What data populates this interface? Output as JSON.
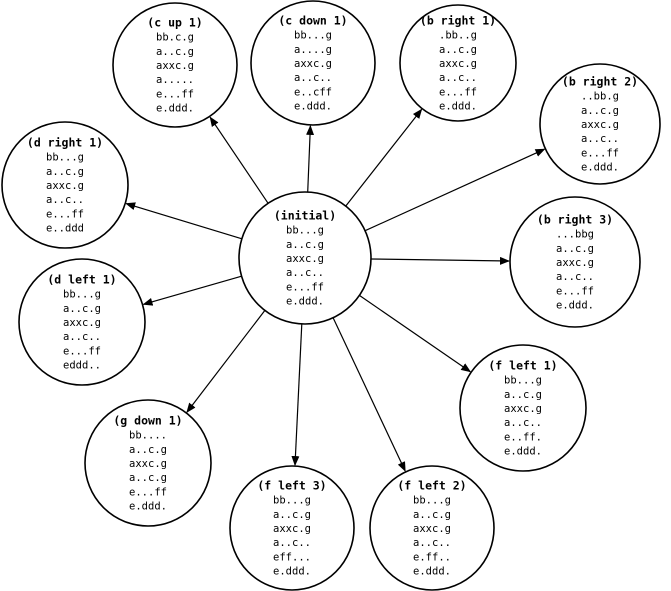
{
  "colors": {
    "stroke": "#000000",
    "fill": "#ffffff",
    "text": "#000000"
  },
  "center": {
    "id": "initial",
    "title": "(initial)",
    "grid": [
      "bb...g",
      "a..c.g",
      "axxc.g",
      "a..c..",
      "e...ff",
      "e.ddd."
    ]
  },
  "nodes": [
    {
      "id": "c-up-1",
      "title": "(c up 1)",
      "grid": [
        "bb.c.g",
        "a..c.g",
        "axxc.g",
        "a.....",
        "e...ff",
        "e.ddd."
      ]
    },
    {
      "id": "c-down-1",
      "title": "(c down 1)",
      "grid": [
        "bb...g",
        "a....g",
        "axxc.g",
        "a..c..",
        "e..cff",
        "e.ddd."
      ]
    },
    {
      "id": "b-right-1",
      "title": "(b right 1)",
      "grid": [
        ".bb..g",
        "a..c.g",
        "axxc.g",
        "a..c..",
        "e...ff",
        "e.ddd."
      ]
    },
    {
      "id": "b-right-2",
      "title": "(b right 2)",
      "grid": [
        "..bb.g",
        "a..c.g",
        "axxc.g",
        "a..c..",
        "e...ff",
        "e.ddd."
      ]
    },
    {
      "id": "d-right-1",
      "title": "(d right 1)",
      "grid": [
        "bb...g",
        "a..c.g",
        "axxc.g",
        "a..c..",
        "e...ff",
        "e..ddd"
      ]
    },
    {
      "id": "b-right-3",
      "title": "(b right 3)",
      "grid": [
        "...bbg",
        "a..c.g",
        "axxc.g",
        "a..c..",
        "e...ff",
        "e.ddd."
      ]
    },
    {
      "id": "d-left-1",
      "title": "(d left 1)",
      "grid": [
        "bb...g",
        "a..c.g",
        "axxc.g",
        "a..c..",
        "e...ff",
        "eddd.."
      ]
    },
    {
      "id": "f-left-1",
      "title": "(f left 1)",
      "grid": [
        "bb...g",
        "a..c.g",
        "axxc.g",
        "a..c..",
        "e..ff.",
        "e.ddd."
      ]
    },
    {
      "id": "g-down-1",
      "title": "(g down 1)",
      "grid": [
        "bb....",
        "a..c.g",
        "axxc.g",
        "a..c.g",
        "e...ff",
        "e.ddd."
      ]
    },
    {
      "id": "f-left-3",
      "title": "(f left 3)",
      "grid": [
        "bb...g",
        "a..c.g",
        "axxc.g",
        "a..c..",
        "eff...",
        "e.ddd."
      ]
    },
    {
      "id": "f-left-2",
      "title": "(f left 2)",
      "grid": [
        "bb...g",
        "a..c.g",
        "axxc.g",
        "a..c..",
        "e.ff..",
        "e.ddd."
      ]
    }
  ],
  "edges": [
    {
      "from": "initial",
      "to": "c-up-1"
    },
    {
      "from": "initial",
      "to": "c-down-1"
    },
    {
      "from": "initial",
      "to": "b-right-1"
    },
    {
      "from": "initial",
      "to": "b-right-2"
    },
    {
      "from": "initial",
      "to": "d-right-1"
    },
    {
      "from": "initial",
      "to": "b-right-3"
    },
    {
      "from": "initial",
      "to": "d-left-1"
    },
    {
      "from": "initial",
      "to": "f-left-1"
    },
    {
      "from": "initial",
      "to": "g-down-1"
    },
    {
      "from": "initial",
      "to": "f-left-3"
    },
    {
      "from": "initial",
      "to": "f-left-2"
    }
  ]
}
